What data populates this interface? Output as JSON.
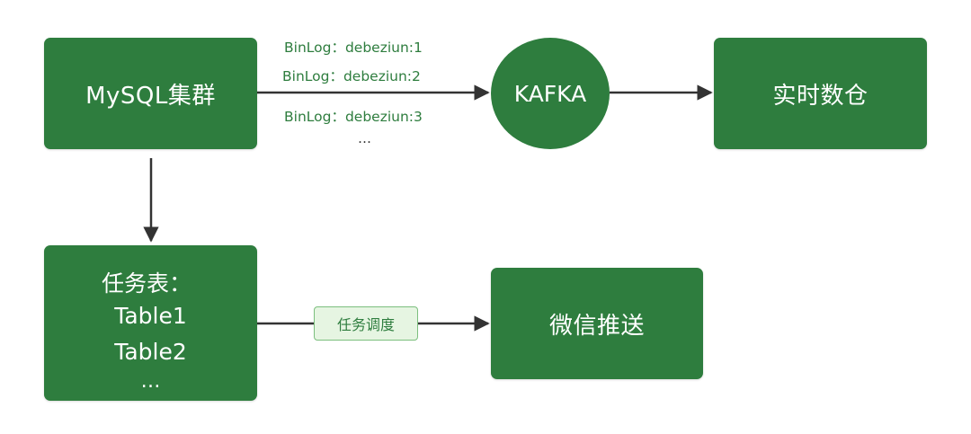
{
  "colors": {
    "node_bg": "#2e7d3e",
    "edge": "#333333",
    "accent_text": "#2e7d3e",
    "tag_bg": "#e6f5e2",
    "tag_border": "#7cbf7e"
  },
  "nodes": {
    "mysql": {
      "label": "MySQL集群"
    },
    "kafka": {
      "label": "KAFKA"
    },
    "warehouse": {
      "label": "实时数仓"
    },
    "tasks": {
      "title": "任务表：",
      "rows": [
        "Table1",
        "Table2",
        "…"
      ]
    },
    "push": {
      "label": "微信推送"
    }
  },
  "edges": {
    "mysql_kafka_labels": [
      "BinLog：debeziun:1",
      "BinLog：debeziun:2",
      "BinLog：debeziun:3",
      "…"
    ],
    "tasks_push_label": "任务调度"
  }
}
